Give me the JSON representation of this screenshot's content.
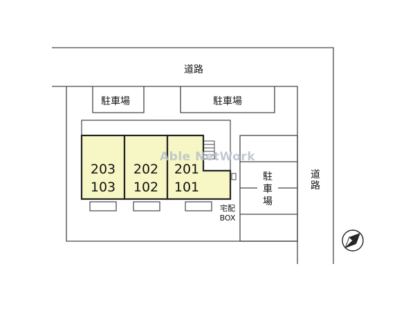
{
  "road_top": "道路",
  "road_right": [
    "道",
    "路"
  ],
  "parking_left": "駐車場",
  "parking_center": "駐車場",
  "parking_right": [
    "駐",
    "車",
    "場"
  ],
  "units": [
    {
      "upper": "203",
      "lower": "103"
    },
    {
      "upper": "202",
      "lower": "102"
    },
    {
      "upper": "201",
      "lower": "101"
    }
  ],
  "delivery_box": [
    "宅配",
    "BOX"
  ],
  "watermark": "Able NetWork",
  "colors": {
    "unit_fill": "#f6f7c4",
    "line": "#333333"
  },
  "compass_icon": "north-arrow-icon"
}
